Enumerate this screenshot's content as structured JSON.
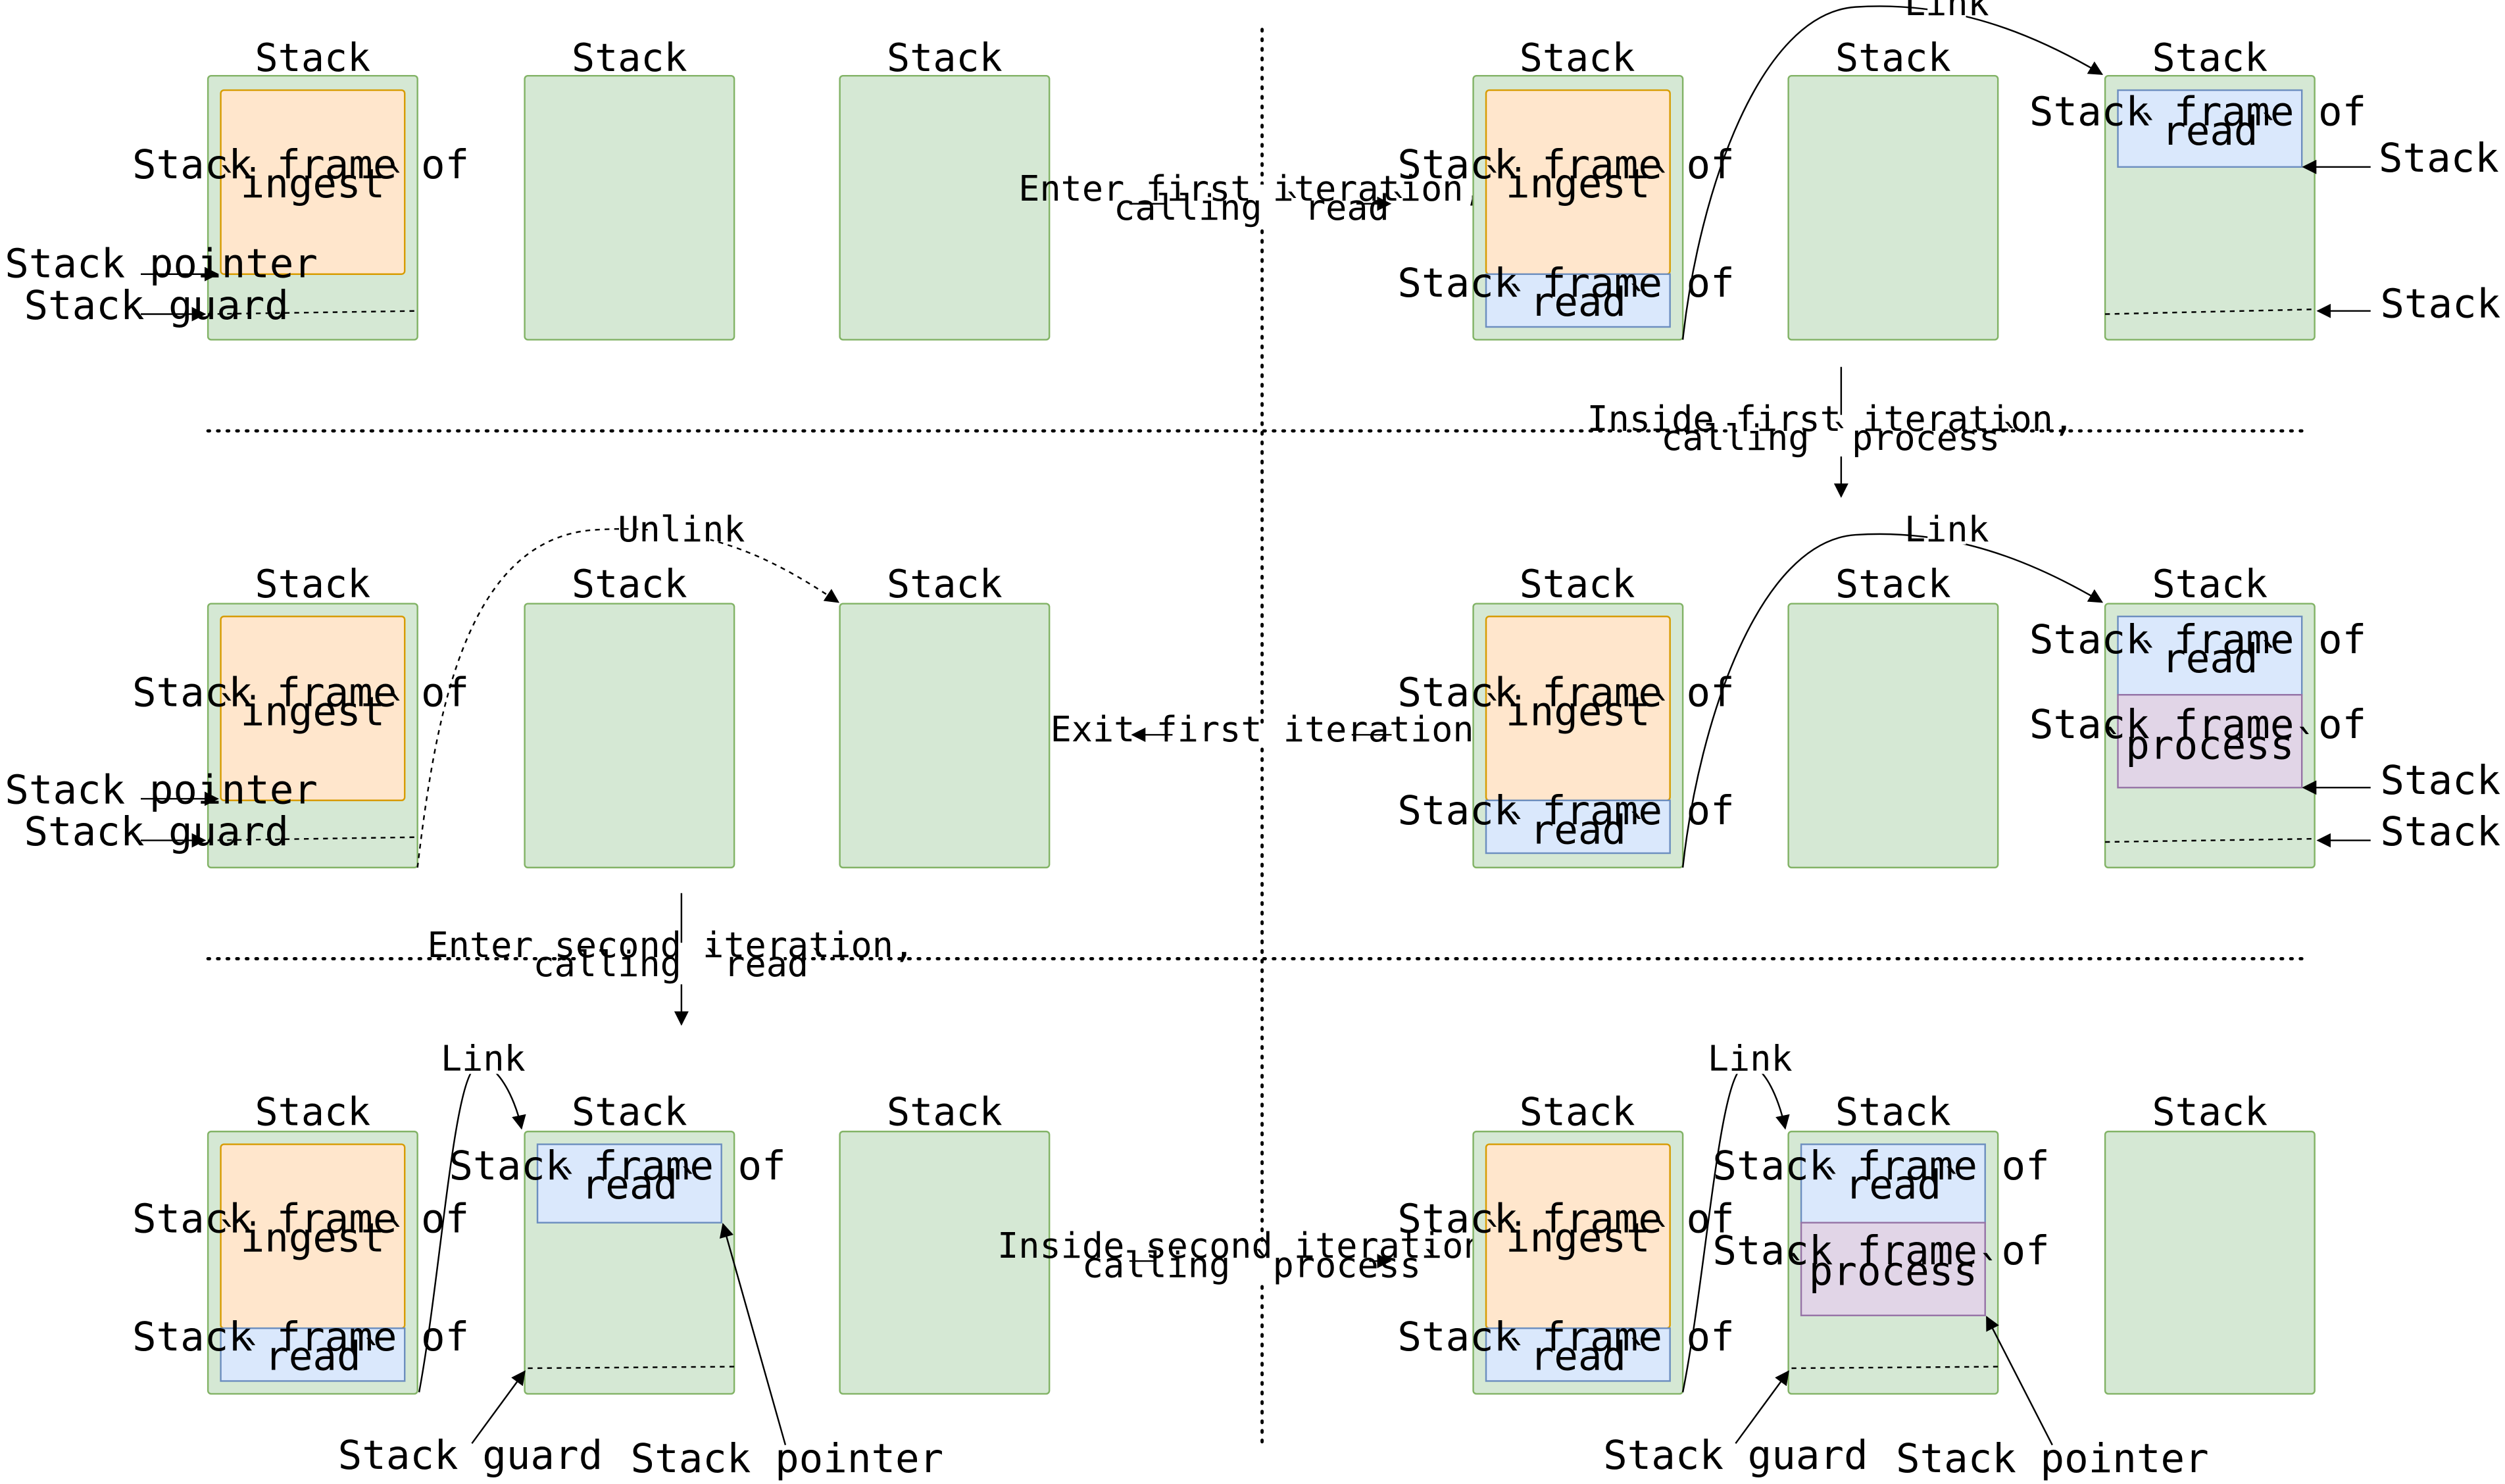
{
  "colors": {
    "stack_fill": "#d5e8d4",
    "stack_stroke": "#82b366",
    "ingest_fill": "#ffe6cc",
    "ingest_stroke": "#d79b00",
    "read_fill": "#dae8fc",
    "read_stroke": "#6c8ebf",
    "process_fill": "#e1d5e7",
    "process_stroke": "#9673a6"
  },
  "labels": {
    "stack": "Stack",
    "stack_pointer": "Stack pointer",
    "stack_guard": "Stack guard",
    "link": "Link",
    "unlink": "Unlink"
  },
  "frames": {
    "ingest": [
      "Stack frame of",
      "`ingest`"
    ],
    "read": [
      "Stack frame of",
      "`read`"
    ],
    "process": [
      "Stack frame of",
      "`process`"
    ]
  },
  "transitions": {
    "enter_first": [
      "Enter first iteration,",
      "calling `read`"
    ],
    "inside_first": [
      "Inside first iteration,",
      "calling `process`"
    ],
    "exit_first": [
      "Exit first iteration"
    ],
    "enter_second": [
      "Enter second iteration,",
      "calling `read`"
    ],
    "inside_second": [
      "Inside second iteration,",
      "calling `process`"
    ]
  }
}
